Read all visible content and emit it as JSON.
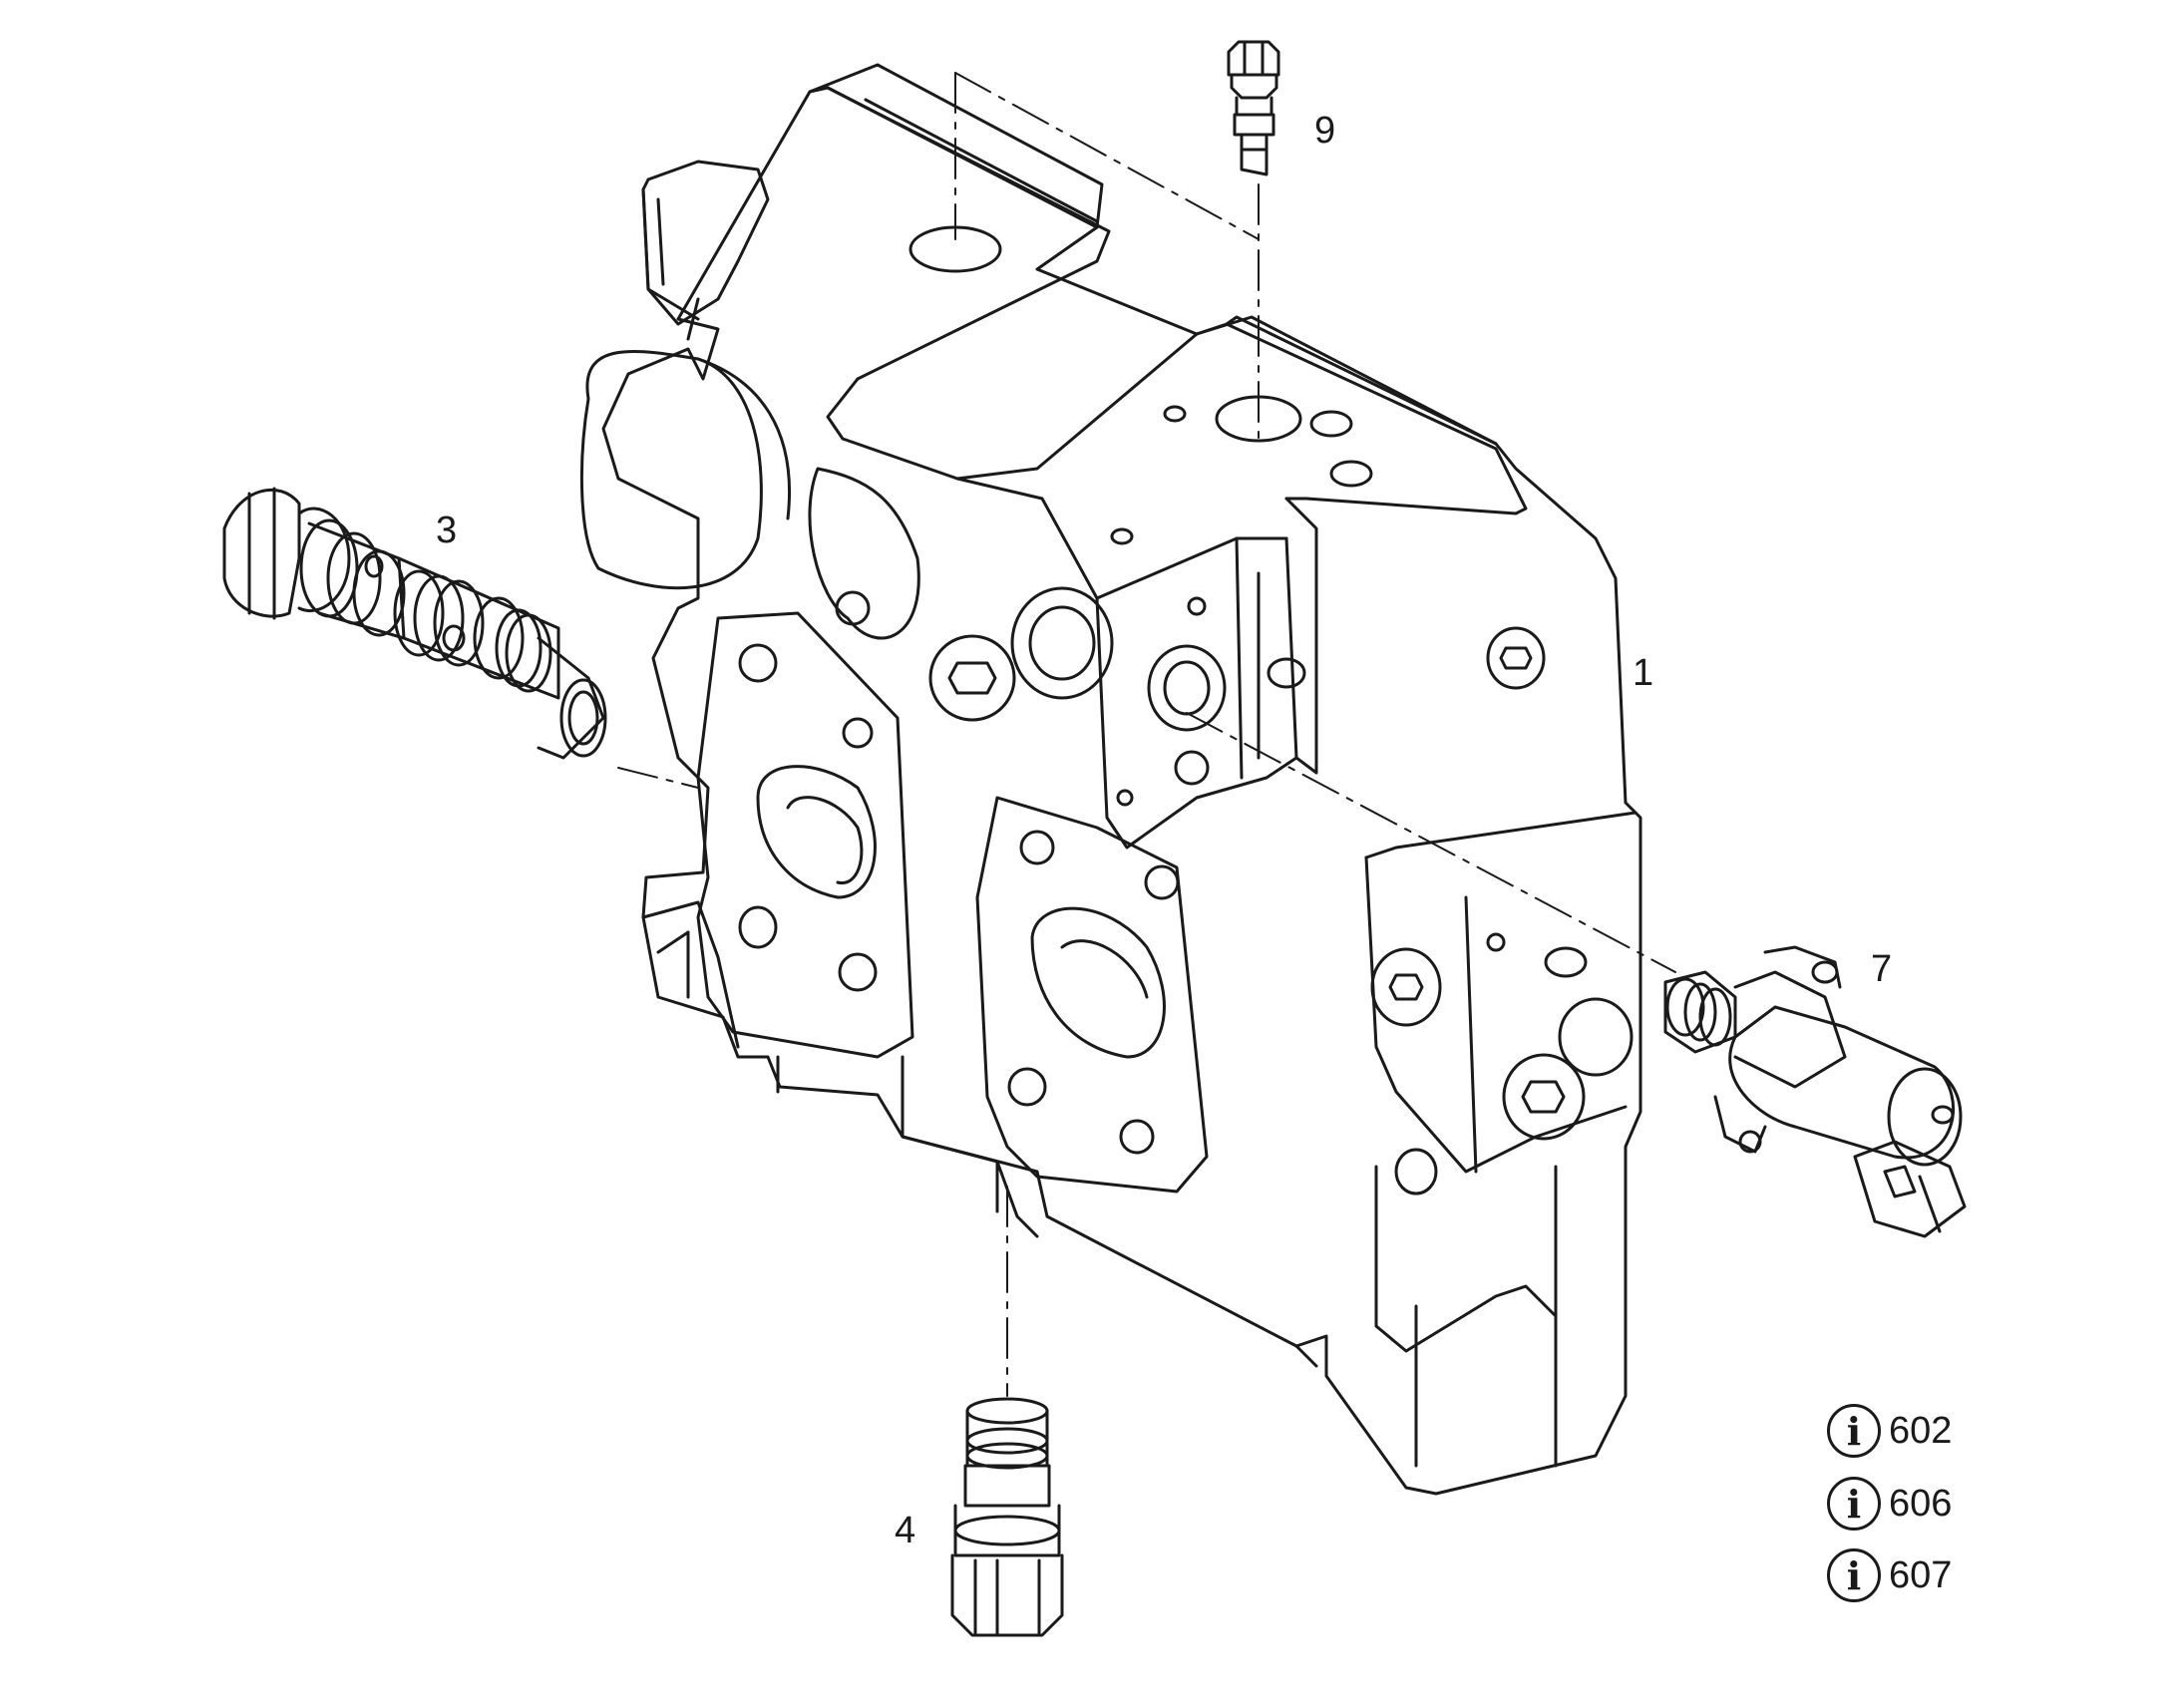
{
  "callouts": {
    "housing": "1",
    "left_cartridge_valve": "3",
    "bottom_check_valve": "4",
    "solenoid_valve": "7",
    "top_plug": "9"
  },
  "info_refs": [
    {
      "icon": "info-icon",
      "number": "602"
    },
    {
      "icon": "info-icon",
      "number": "606"
    },
    {
      "icon": "info-icon",
      "number": "607"
    }
  ],
  "colors": {
    "line": "#1a1a1a",
    "background": "#ffffff",
    "shade": "#e8e8e8"
  }
}
